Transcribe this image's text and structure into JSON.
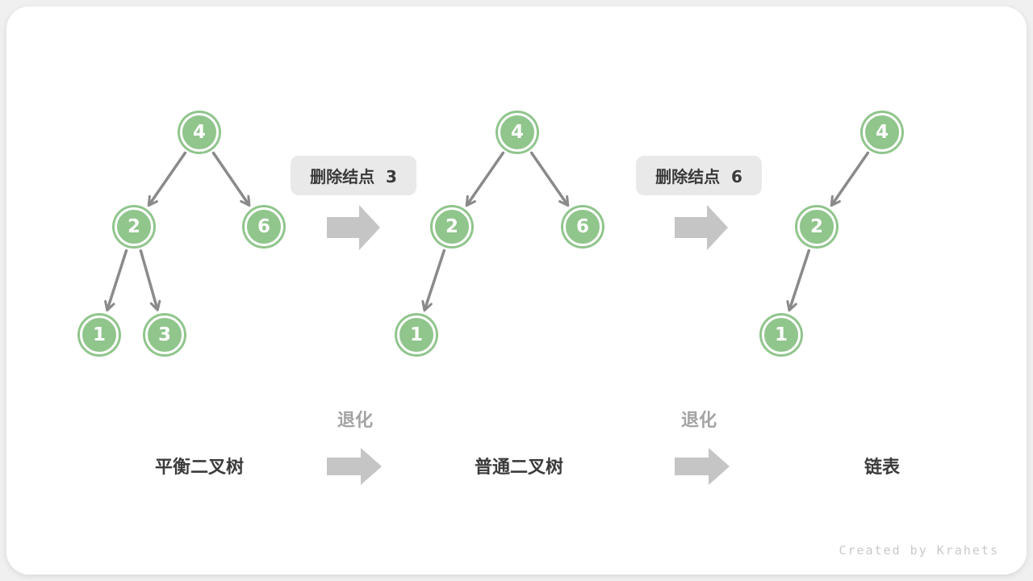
{
  "diagram": {
    "watermark": "Created by Krahets",
    "node_color": "#90c58c",
    "edge_color": "#8a8a8a",
    "block_arrow_color": "#c5c5c5",
    "degenerate_label": "退化"
  },
  "trees": [
    {
      "label": "平衡二叉树",
      "nodes": [
        {
          "id": "4",
          "value": "4"
        },
        {
          "id": "2",
          "value": "2"
        },
        {
          "id": "6",
          "value": "6"
        },
        {
          "id": "1",
          "value": "1"
        },
        {
          "id": "3",
          "value": "3"
        }
      ],
      "edges": [
        [
          "4",
          "2"
        ],
        [
          "4",
          "6"
        ],
        [
          "2",
          "1"
        ],
        [
          "2",
          "3"
        ]
      ]
    },
    {
      "label": "普通二叉树",
      "nodes": [
        {
          "id": "4",
          "value": "4"
        },
        {
          "id": "2",
          "value": "2"
        },
        {
          "id": "6",
          "value": "6"
        },
        {
          "id": "1",
          "value": "1"
        }
      ],
      "edges": [
        [
          "4",
          "2"
        ],
        [
          "4",
          "6"
        ],
        [
          "2",
          "1"
        ]
      ]
    },
    {
      "label": "链表",
      "nodes": [
        {
          "id": "4",
          "value": "4"
        },
        {
          "id": "2",
          "value": "2"
        },
        {
          "id": "1",
          "value": "1"
        }
      ],
      "edges": [
        [
          "4",
          "2"
        ],
        [
          "2",
          "1"
        ]
      ]
    }
  ],
  "transitions": [
    {
      "action": "删除结点  3"
    },
    {
      "action": "删除结点  6"
    }
  ]
}
